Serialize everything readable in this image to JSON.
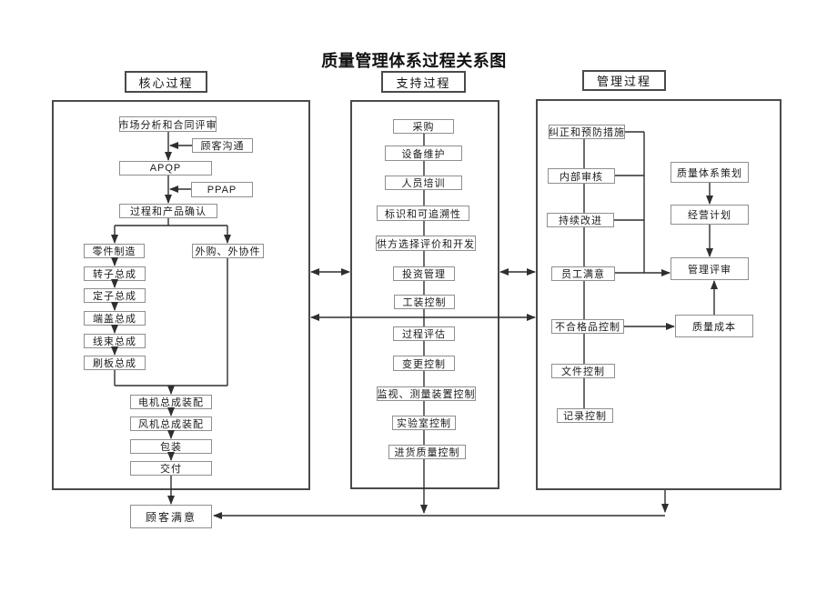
{
  "title": "质量管理体系过程关系图",
  "colors": {
    "line": "#2f2f2f",
    "node_border": "#8f8f8f",
    "frame_border": "#4a4a4a",
    "background": "#ffffff"
  },
  "core": {
    "header": "核心过程",
    "market_review": "市场分析和合同评审",
    "customer_comm": "顾客沟通",
    "apqp": "APQP",
    "ppap": "PPAP",
    "process_confirm": "过程和产品确认",
    "parts_mfg": "零件制造",
    "outsourced": "外购、外协件",
    "rotor": "转子总成",
    "stator": "定子总成",
    "endcover": "端盖总成",
    "harness": "线束总成",
    "brushplate": "刷板总成",
    "motor_assembly": "电机总成装配",
    "fan_assembly": "风机总成装配",
    "packaging": "包装",
    "delivery": "交付"
  },
  "support": {
    "header": "支持过程",
    "procurement": "采购",
    "equipment_maint": "设备维护",
    "personnel_training": "人员培训",
    "identification": "标识和可追溯性",
    "supplier_eval": "供方选择评价和开发",
    "investment": "投资管理",
    "tooling": "工装控制",
    "process_eval": "过程评估",
    "change_control": "变更控制",
    "monitoring_devices": "监视、测量装置控制",
    "laboratory": "实验室控制",
    "incoming_quality": "进货质量控制"
  },
  "management": {
    "header": "管理过程",
    "corrective": "纠正和预防措施",
    "internal_audit": "内部审核",
    "continuous_improve": "持续改进",
    "employee_satisfaction": "员工满意",
    "nonconforming": "不合格品控制",
    "document_control": "文件控制",
    "record_control": "记录控制",
    "qs_planning": "质量体系策划",
    "business_plan": "经营计划",
    "mgmt_review": "管理评审",
    "quality_cost": "质量成本"
  },
  "outcome": {
    "customer_satisfaction": "顾客满意"
  }
}
